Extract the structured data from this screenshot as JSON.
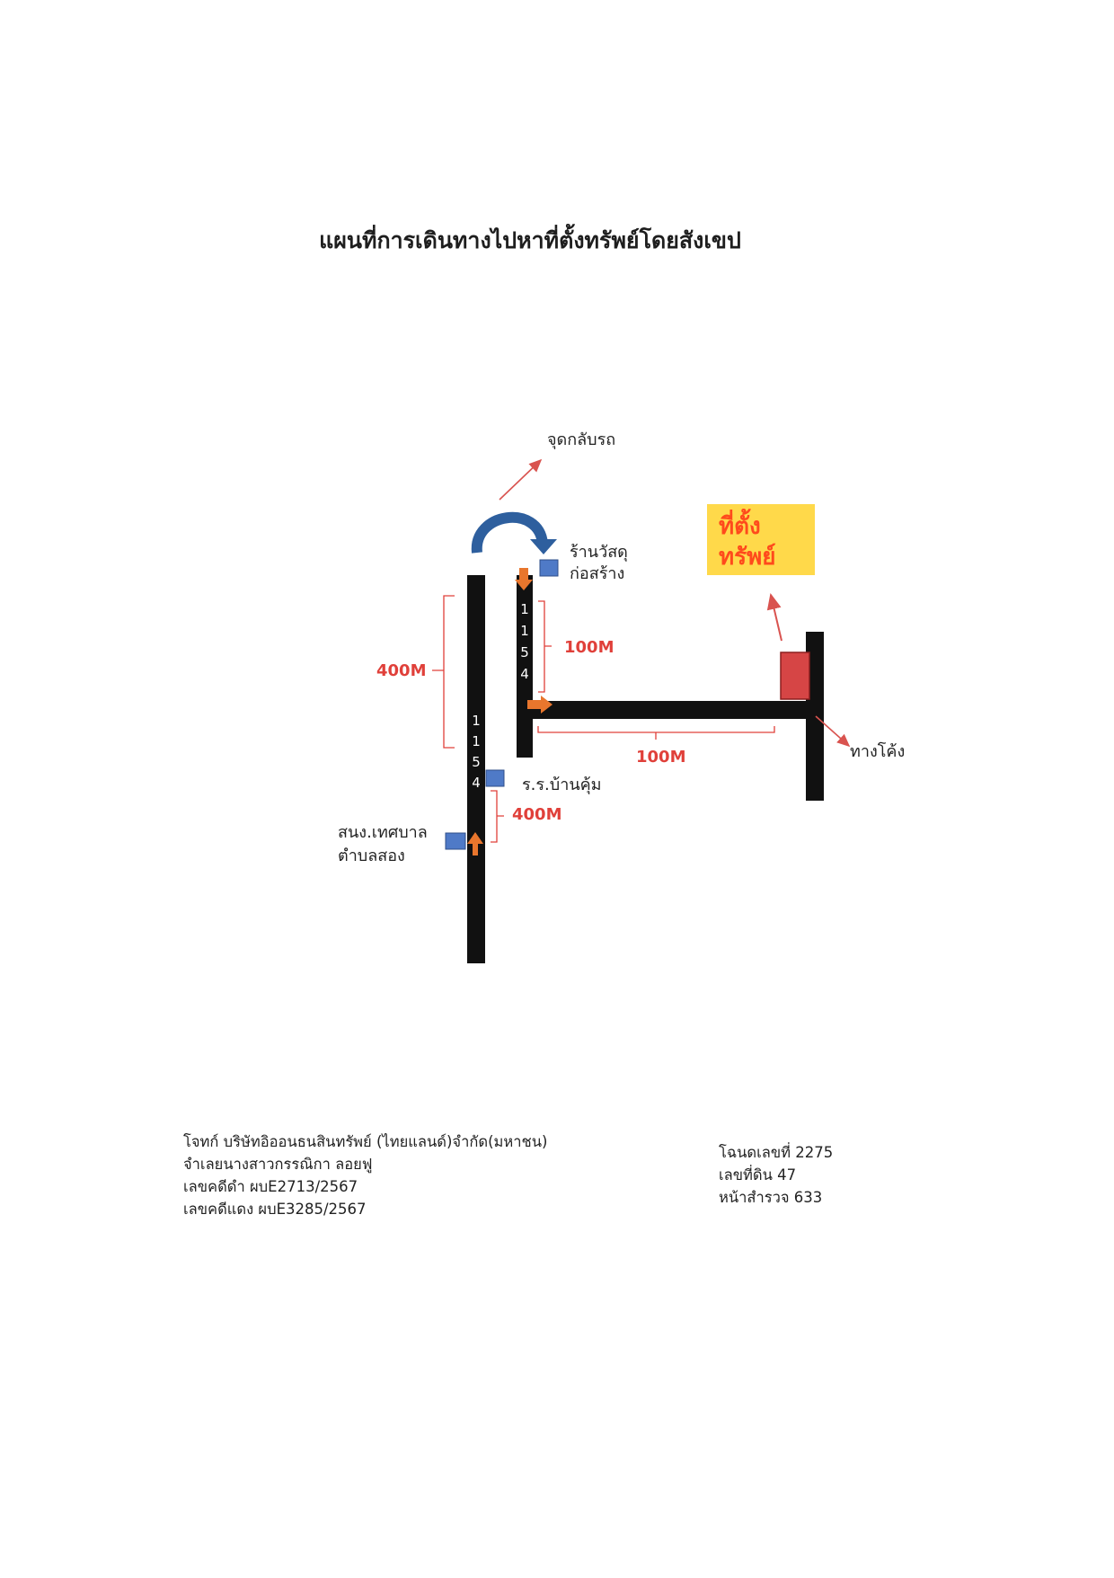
{
  "title": "แผนที่การเดินทางไปหาที่ตั้งทรัพย์โดยสังเขป",
  "colors": {
    "road": "#111111",
    "arrow_orange": "#e8762d",
    "marker_blue": "#4f7ac7",
    "pointer_red": "#d9534f",
    "distance_red": "#e0403a",
    "uturn_blue": "#2e5f9e",
    "target_yellow": "#ffd94a",
    "target_text": "#ff4a1c",
    "property_block": "#d64545"
  },
  "icons": [
    "u-turn-arrow-icon",
    "direction-arrow-icon",
    "landmark-square-icon"
  ],
  "map": {
    "uturn_label": "จุดกลับรถ",
    "target_line1": "ที่ตั้ง",
    "target_line2": "ทรัพย์",
    "landmarks": {
      "hardware_store_line1": "ร้านวัสดุ",
      "hardware_store_line2": "ก่อสร้าง",
      "school": "ร.ร.บ้านคุ้ม",
      "municipal_office_line1": "สนง.เทศบาล",
      "municipal_office_line2": "ตำบลสอง",
      "curve": "ทางโค้ง"
    },
    "road_number_main": [
      "1",
      "1",
      "5",
      "4"
    ],
    "road_number_branch": [
      "1",
      "1",
      "5",
      "4"
    ],
    "distances": {
      "main_upper": "400M",
      "main_lower": "400M",
      "branch_vertical": "100M",
      "branch_horizontal": "100M"
    }
  },
  "footer": {
    "left": [
      "โจทก์ บริษัทอิออนธนสินทรัพย์ (ไทยแลนด์)จำกัด(มหาชน)",
      "จำเลยนางสาวกรรณิกา ลอยฟู",
      "เลขคดีดำ ผบE2713/2567",
      "เลขคดีแดง ผบE3285/2567"
    ],
    "right": [
      "โฉนดเลขที่ 2275",
      "เลขที่ดิน  47",
      "หน้าสำรวจ 633"
    ]
  }
}
